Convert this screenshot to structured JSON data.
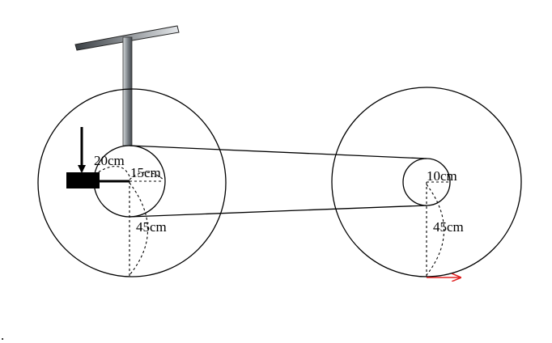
{
  "labels": {
    "pedal_arm": "20cm",
    "front_sprocket": "15cm",
    "front_wheel": "45cm",
    "rear_sprocket": "10cm",
    "rear_wheel": "45cm",
    "corner_mark": "."
  },
  "colors": {
    "line": "#000000",
    "velocity_arrow": "#e02020",
    "handlebar_light": "#d9dcdf",
    "handlebar_dark": "#3a3f44"
  }
}
